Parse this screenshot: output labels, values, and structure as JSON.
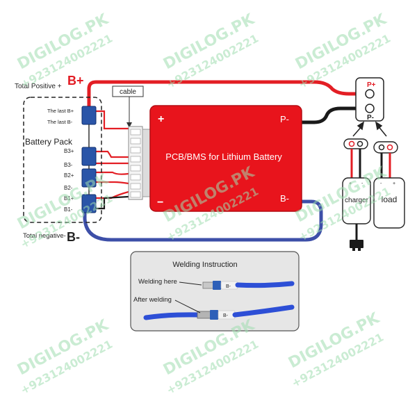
{
  "labels": {
    "b_plus": "B+",
    "b_minus": "B-",
    "total_positive": "Total Positive +",
    "total_negative": "Total negative-",
    "battery_pack": "Battery Pack",
    "cable": "cable",
    "the_last_b_plus": "The last B+",
    "the_last_b_minus": "The last B-",
    "b3_plus": "B3+",
    "b3_minus": "B3-",
    "b2_plus": "B2+",
    "b2_minus": "B2-",
    "b1_plus": "B1+",
    "b1_minus": "B1-",
    "board_plus": "+",
    "board_minus": "−",
    "board_title": "PCB/BMS for Lithium Battery",
    "p_minus_board": "P-",
    "b_minus_board": "B-",
    "p_plus_terminal": "P+",
    "p_minus_terminal": "P-",
    "charger": "charger",
    "load": "load",
    "pole_plus": "+",
    "pole_minus": "-",
    "welding_title": "Welding Instruction",
    "welding_here": "Welding here",
    "after_welding": "After welding",
    "wire_b_minus_1": "B-",
    "wire_b_minus_2": "B-"
  },
  "watermark": {
    "brand": "DIGILOG.PK",
    "phone": "+923124002221"
  },
  "colors": {
    "board_red": "#e8141c",
    "wire_red": "#e31e24",
    "wire_black": "#1a1a1a",
    "wire_blue": "#3d4fa8",
    "cell_blue": "#2a55a8",
    "label_red": "#e21b23",
    "watermark_green": "#9fdcb0"
  }
}
